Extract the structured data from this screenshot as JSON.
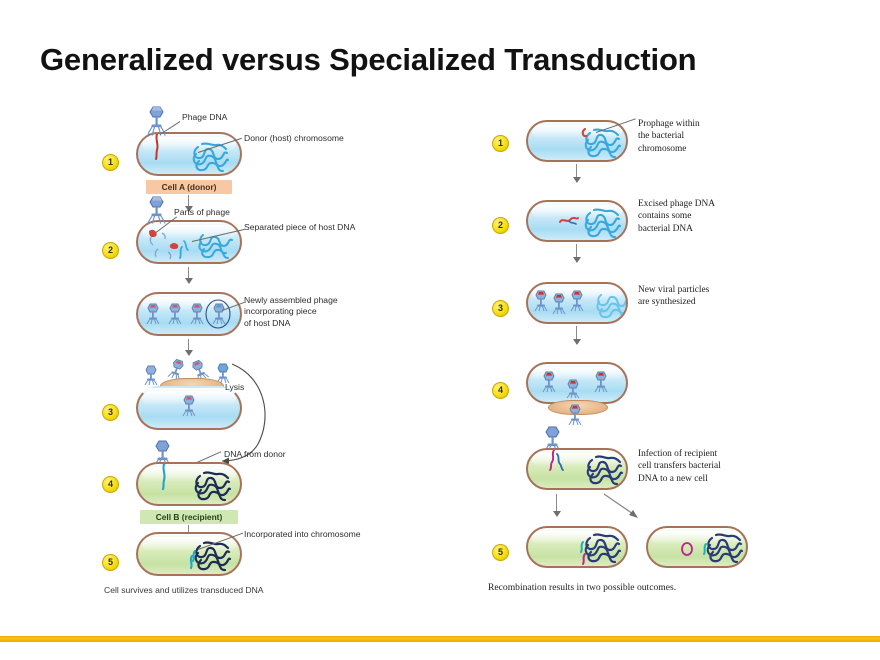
{
  "slide": {
    "title": "Generalized versus Specialized Transduction",
    "background_color": "#ffffff",
    "accent_bar_color": "#F5B80C"
  },
  "left_figure": {
    "name": "generalized-transduction",
    "steps": [
      {
        "number": "1",
        "cell_label": "Cell A (donor)",
        "cell_label_color": "#F7C8A4",
        "cell_fill": "blue",
        "notes": [
          "Phage DNA",
          "Donor (host) chromosome"
        ]
      },
      {
        "number": "2",
        "cell_fill": "blue",
        "notes": [
          "Parts of phage",
          "Separated piece of host DNA"
        ]
      },
      {
        "number": "",
        "cell_fill": "blue",
        "notes": [
          "Newly assembled phage\nincorporating piece\nof host DNA"
        ]
      },
      {
        "number": "3",
        "cell_fill": "blue",
        "notes": [
          "Lysis",
          "DNA from donor"
        ]
      },
      {
        "number": "4",
        "cell_label": "Cell B (recipient)",
        "cell_label_color": "#CFE7B2",
        "cell_fill": "green",
        "notes": []
      },
      {
        "number": "5",
        "cell_fill": "green",
        "notes": [
          "Incorporated into chromosome"
        ]
      }
    ],
    "caption": "Cell survives and utilizes transduced DNA"
  },
  "right_figure": {
    "name": "specialized-transduction",
    "steps": [
      {
        "number": "1",
        "cell_fill": "blue",
        "notes": [
          "Prophage within\nthe bacterial\nchromosome"
        ]
      },
      {
        "number": "2",
        "cell_fill": "blue",
        "notes": [
          "Excised phage DNA\ncontains some\nbacterial DNA"
        ]
      },
      {
        "number": "3",
        "cell_fill": "blue",
        "notes": [
          "New viral particles\nare synthesized"
        ]
      },
      {
        "number": "4",
        "cell_fill": "blue",
        "notes": []
      },
      {
        "number": "",
        "cell_fill": "green",
        "notes": [
          "Infection of recipient\ncell transfers bacterial\nDNA to a new cell"
        ]
      },
      {
        "number": "5",
        "cell_fill": "green",
        "notes": []
      }
    ],
    "caption": "Recombination results in two possible outcomes."
  }
}
